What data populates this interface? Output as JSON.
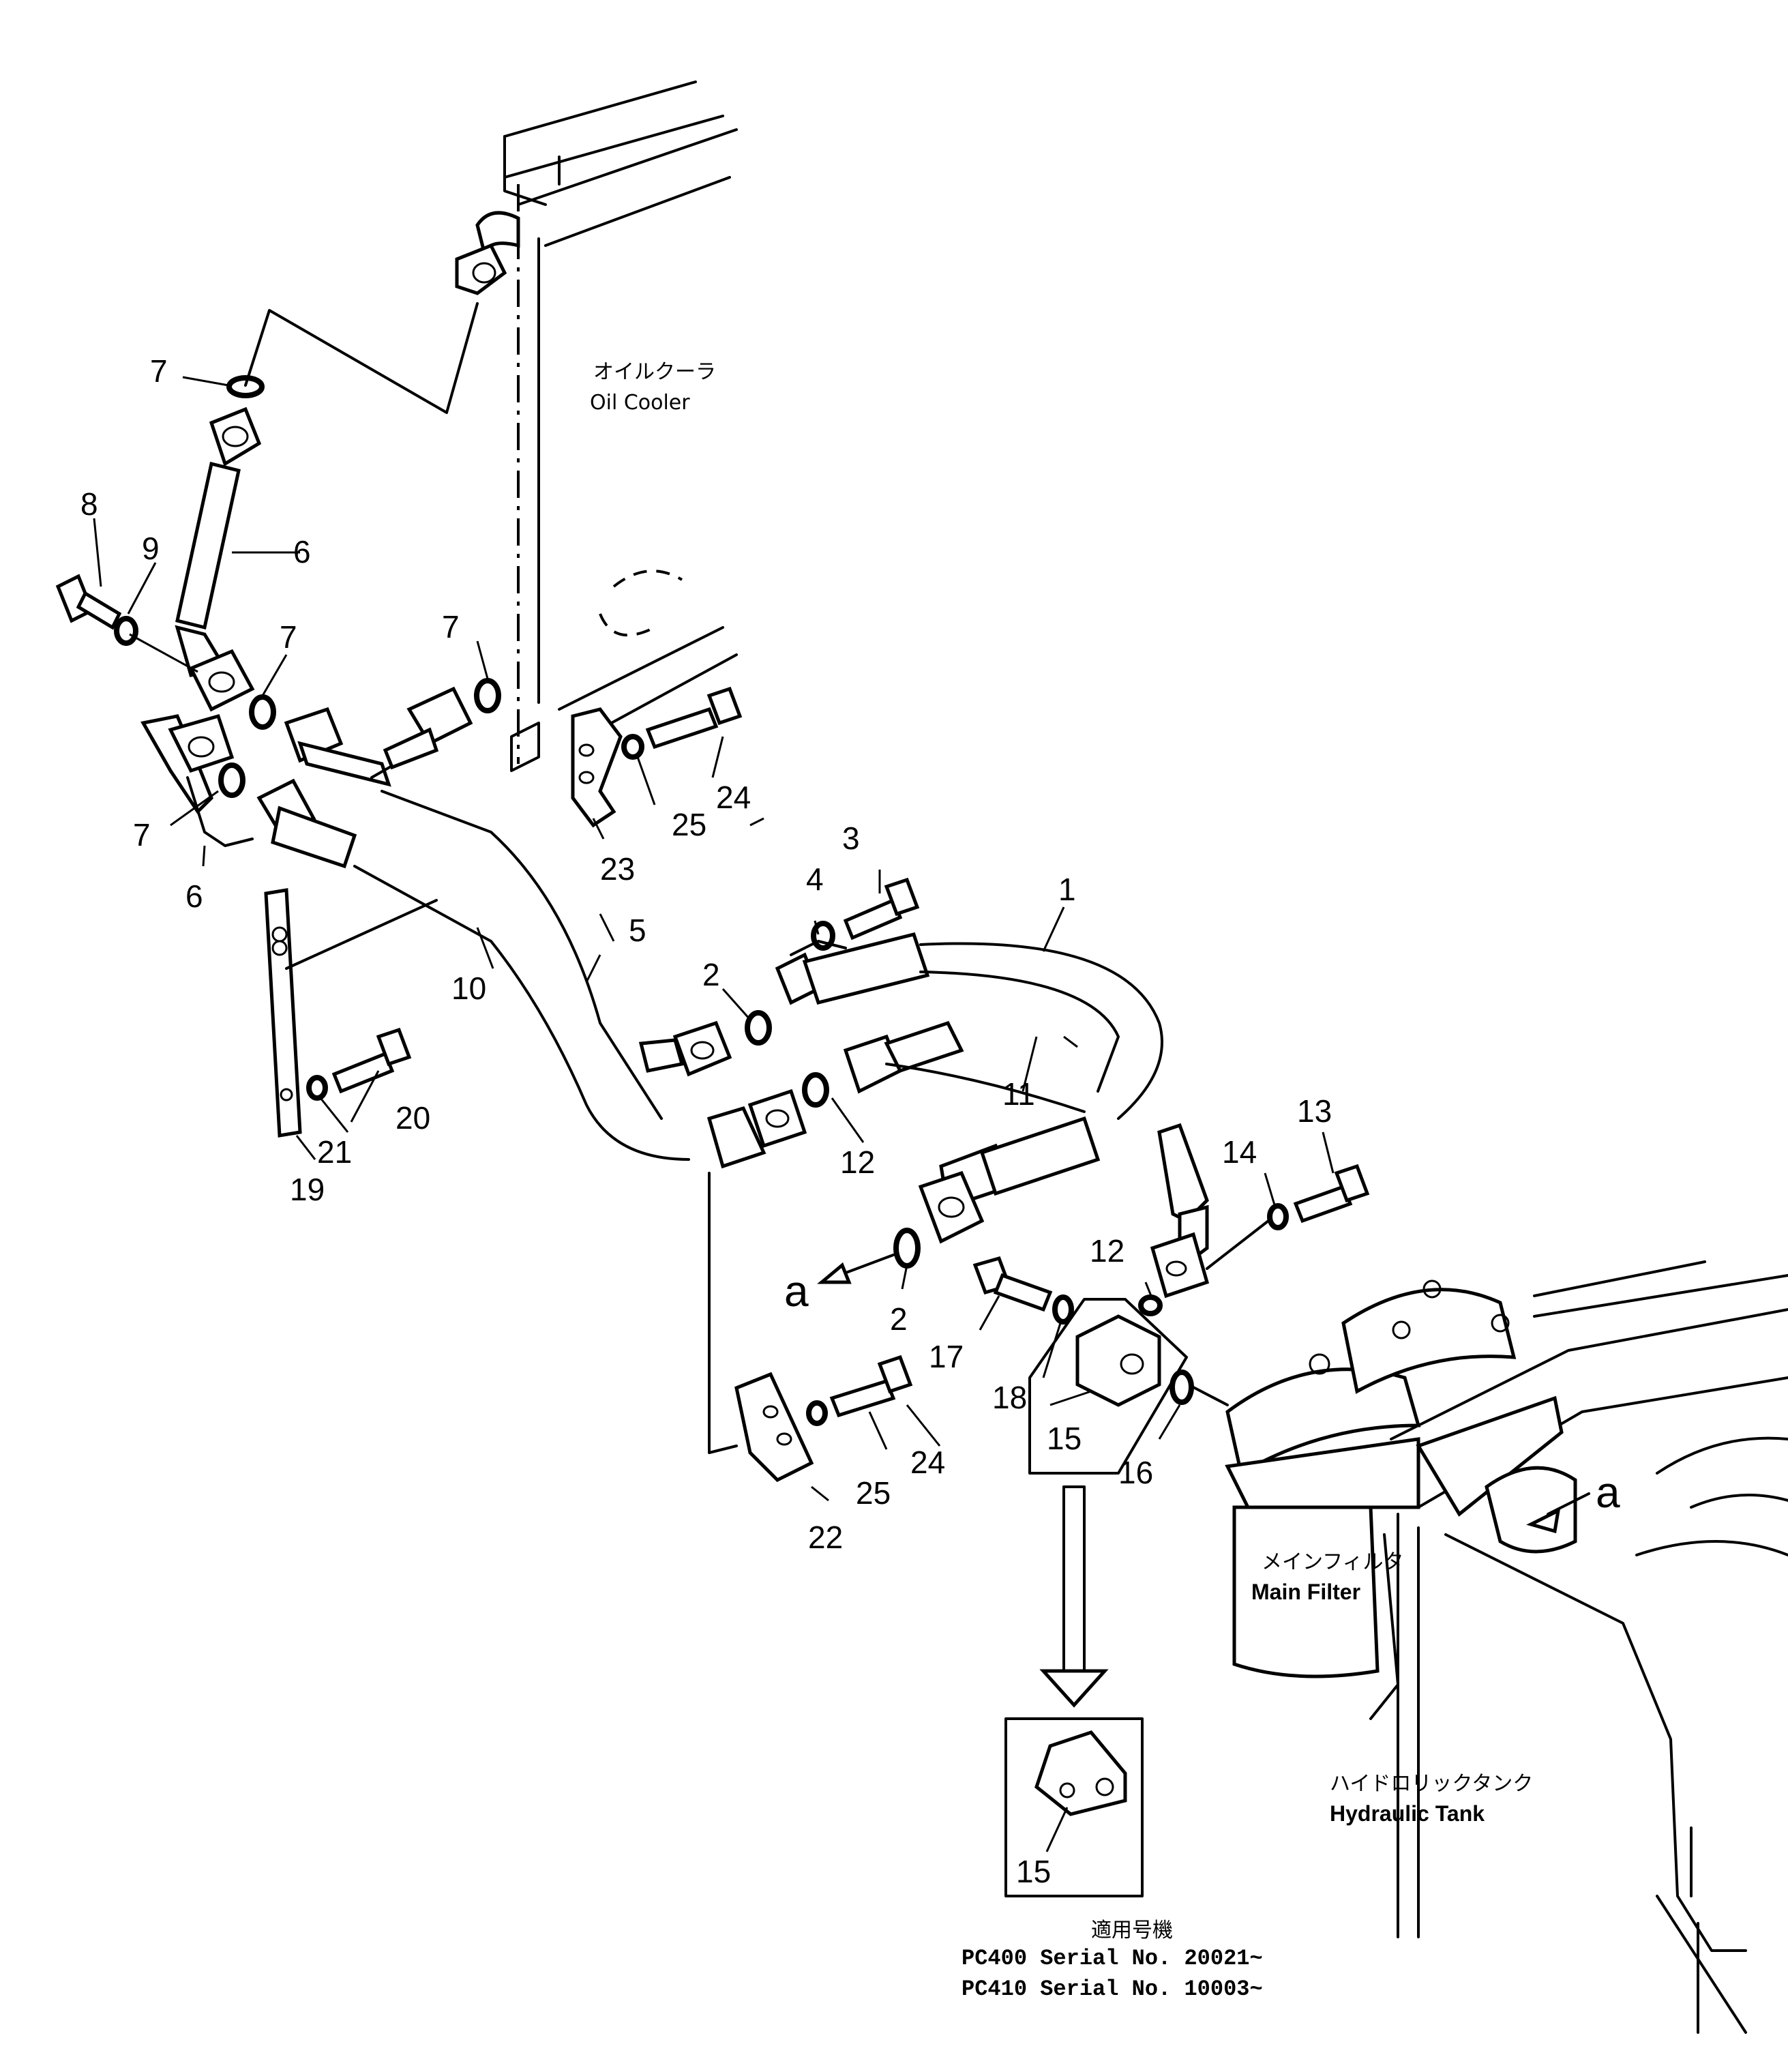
{
  "labels": {
    "oil_cooler_jp": "オイルクーラ",
    "oil_cooler_en": "Oil  Cooler",
    "main_filter_jp": "メインフィルタ",
    "main_filter_en": "Main  Filter",
    "hydraulic_tank_jp": "ハイドロリックタンク",
    "hydraulic_tank_en": "Hydraulic  Tank",
    "view_a": "a",
    "serial_heading": "適用号機",
    "serial_line_1": "PC400  Serial  No.  20021~",
    "serial_line_2": "PC410  Serial  No.  10003~"
  },
  "callouts": {
    "c1": "1",
    "c2a": "2",
    "c2b": "2",
    "c3": "3",
    "c4": "4",
    "c5": "5",
    "c6a": "6",
    "c6b": "6",
    "c7a": "7",
    "c7b": "7",
    "c7c": "7",
    "c7d": "7",
    "c8": "8",
    "c9": "9",
    "c10": "10",
    "c11": "11",
    "c12a": "12",
    "c12b": "12",
    "c13": "13",
    "c14": "14",
    "c15a": "15",
    "c15b": "15",
    "c16": "16",
    "c17": "17",
    "c18": "18",
    "c19": "19",
    "c20": "20",
    "c21": "21",
    "c22": "22",
    "c23": "23",
    "c24a": "24",
    "c24b": "24",
    "c25a": "25",
    "c25b": "25"
  }
}
